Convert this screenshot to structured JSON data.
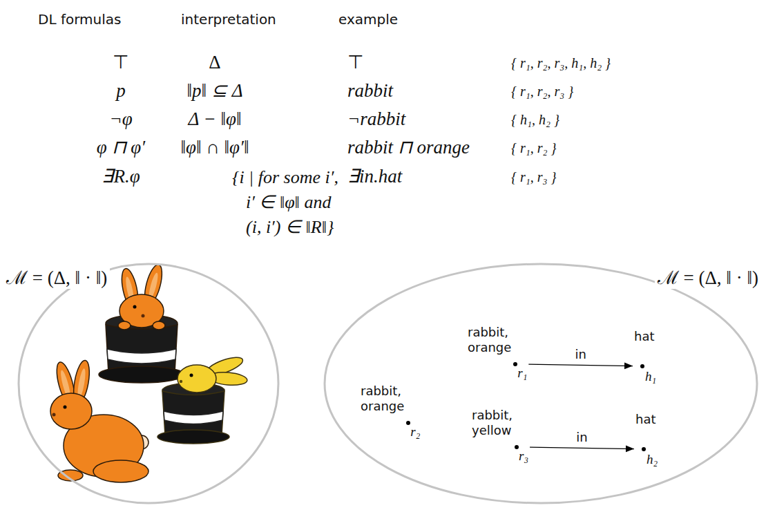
{
  "diagram": {
    "nodes": [
      {
        "text": [
          "ℳ = (Δ, ‖ · ‖)"
        ]
      },
      {
        "text": [
          "ℳ = (Δ, ‖ · ‖)"
        ]
      },
      {
        "text": [
          "rabbit, orange",
          "r₁"
        ],
        "in": 1
      },
      {
        "text": [
          "hat",
          "h₁"
        ],
        "in": 1
      },
      {
        "text": [
          "rabbit, orange",
          "r₂"
        ],
        "in": 1
      },
      {
        "text": [
          "rabbit, yellow",
          "r₃"
        ],
        "in": 1
      },
      {
        "text": [
          "hat",
          "h₂"
        ],
        "in": 1
      }
    ],
    "edges": [
      {
        "from": 2,
        "to": 3,
        "label": "in",
        "arrow": "to"
      },
      {
        "from": 5,
        "to": 6,
        "label": "in",
        "arrow": "to"
      }
    ],
    "labels": [
      "DL formulas",
      "interpretation",
      "example",
      "⊤",
      "Δ",
      "⊤",
      "{ r₁, r₂, r₃, h₁, h₂ }",
      "p",
      "‖p‖ ⊆ Δ",
      "rabbit",
      "{ r₁, r₂, r₃ }",
      "¬φ",
      "Δ − ‖φ‖",
      "¬rabbit",
      "{ h₁, h₂ }",
      "φ ⊓ φ′",
      "‖φ‖ ∩ ‖φ′‖",
      "rabbit ⊓ orange",
      "{ r₁, r₂ }",
      "∃R.φ",
      "{i | for some i′, i′ ∈ ‖φ‖ and (i, i′) ∈ ‖R‖}",
      "∃in.hat",
      "{ r₁, r₃ }"
    ]
  }
}
